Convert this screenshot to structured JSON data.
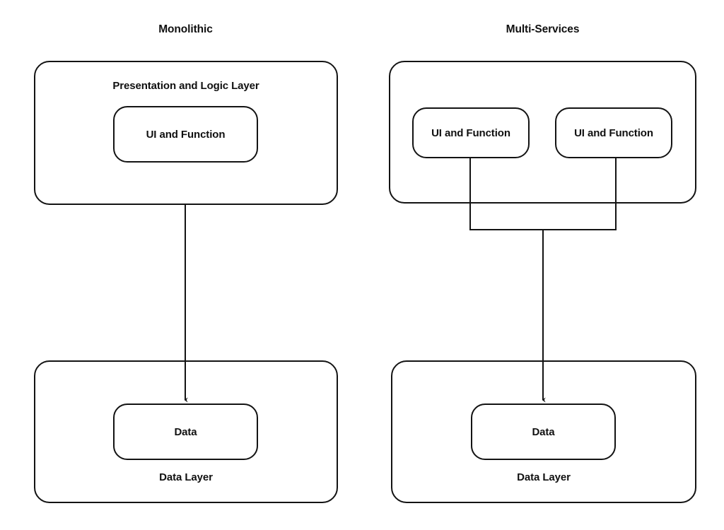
{
  "diagram": {
    "title_left": "Monolithic",
    "title_right": "Multi-Services",
    "background_color": "#ffffff",
    "stroke_color": "#131313",
    "text_color": "#101010"
  },
  "columns": [
    {
      "key": "monolithic",
      "title": "Monolithic",
      "top_container": {
        "caption": "Presentation and Logic Layer",
        "caption_position": "top",
        "services": [
          {
            "label": "UI and Function"
          }
        ]
      },
      "bottom_container": {
        "caption": "Data Layer",
        "caption_position": "bottom",
        "services": [
          {
            "label": "Data"
          }
        ]
      },
      "connector": {
        "type": "straight-arrow",
        "from": "Presentation and Logic Layer",
        "to": "Data"
      }
    },
    {
      "key": "multi-services",
      "title": "Multi-Services",
      "top_container": {
        "caption": "",
        "caption_position": "none",
        "services": [
          {
            "label": "UI and Function"
          },
          {
            "label": "UI and Function"
          }
        ]
      },
      "bottom_container": {
        "caption": "Data Layer",
        "caption_position": "bottom",
        "services": [
          {
            "label": "Data"
          }
        ]
      },
      "connector": {
        "type": "merged-bus-arrow",
        "from": "UI and Function (x2)",
        "to": "Data"
      }
    }
  ]
}
